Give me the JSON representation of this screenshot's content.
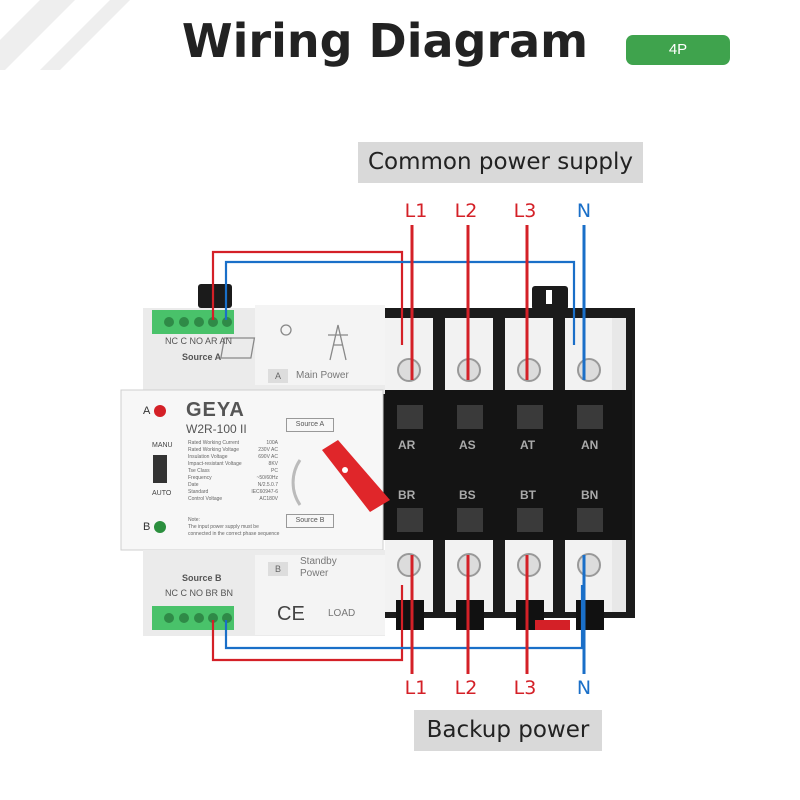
{
  "header": {
    "title": "Wiring Diagram",
    "badge": "4P"
  },
  "labels": {
    "common_supply": "Common power supply",
    "backup_power": "Backup power"
  },
  "terminals_top": [
    "L1",
    "L2",
    "L3",
    "N"
  ],
  "terminals_bottom": [
    "L1",
    "L2",
    "L3",
    "N"
  ],
  "device": {
    "brand": "GEYA",
    "model": "W2R-100 II",
    "indicator_a": "A",
    "indicator_b": "B",
    "mode_manu": "MANU",
    "mode_auto": "AUTO",
    "source_a_btn": "Source A",
    "source_b_btn": "Source B",
    "source_a_label": "Source A",
    "source_b_label": "Source B",
    "top_terminal_codes": "NC C NO AR AN",
    "bottom_terminal_codes": "NC C NO BR BN",
    "main_power_tag": "A",
    "main_power": "Main Power",
    "standby_tag": "B",
    "standby_power_1": "Standby",
    "standby_power_2": "Power",
    "load": "LOAD",
    "ce_mark": "CE",
    "phases_top": [
      "AR",
      "AS",
      "AT",
      "AN"
    ],
    "phases_bottom": [
      "BR",
      "BS",
      "BT",
      "BN"
    ],
    "specs": [
      {
        "k": "Rated Working Current",
        "v": "100A"
      },
      {
        "k": "Rated Working Voltage",
        "v": "230V AC"
      },
      {
        "k": "Insulation Voltage",
        "v": "690V AC"
      },
      {
        "k": "Impact-resistant Voltage",
        "v": "8KV"
      },
      {
        "k": "Tse Class",
        "v": "PC"
      },
      {
        "k": "Frequency",
        "v": "~50/60Hz"
      },
      {
        "k": "Date",
        "v": "N/2.5.0.7"
      },
      {
        "k": "Standard",
        "v": "IEC60947-6"
      },
      {
        "k": "Control Voltage",
        "v": "AC180V"
      }
    ],
    "note_1": "Note:",
    "note_2": "The input power supply must be",
    "note_3": "connected in the correct phase sequence"
  },
  "colors": {
    "line_red": "#d42027",
    "line_blue": "#1a6fc8",
    "badge_green": "#3fa34d",
    "terminal_green": "#49c26a",
    "handle_red": "#e0262a"
  }
}
